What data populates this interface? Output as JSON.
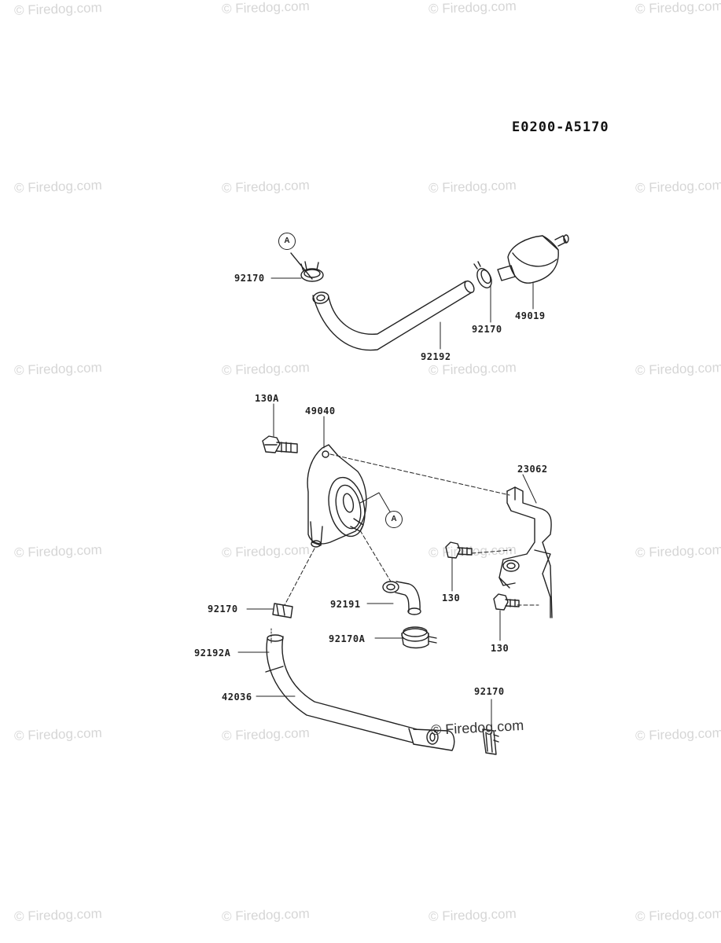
{
  "watermark_text": "© Firedog.com",
  "diagram_code": "E0200-A5170",
  "callout_letter": "A",
  "parts": {
    "clamp_top_left": "92170",
    "hose_top": "92192",
    "clamp_top_right": "92170",
    "fuel_filter": "49019",
    "bolt_130a": "130A",
    "fuel_pump": "49040",
    "bracket": "23062",
    "bolt_130_upper": "130",
    "bolt_130_lower": "130",
    "clamp_mid_left": "92170",
    "hose_elbow": "92191",
    "clamp_92170a": "92170A",
    "hose_92192a": "92192A",
    "hose_42036": "42036",
    "clamp_bottom_right": "92170"
  }
}
